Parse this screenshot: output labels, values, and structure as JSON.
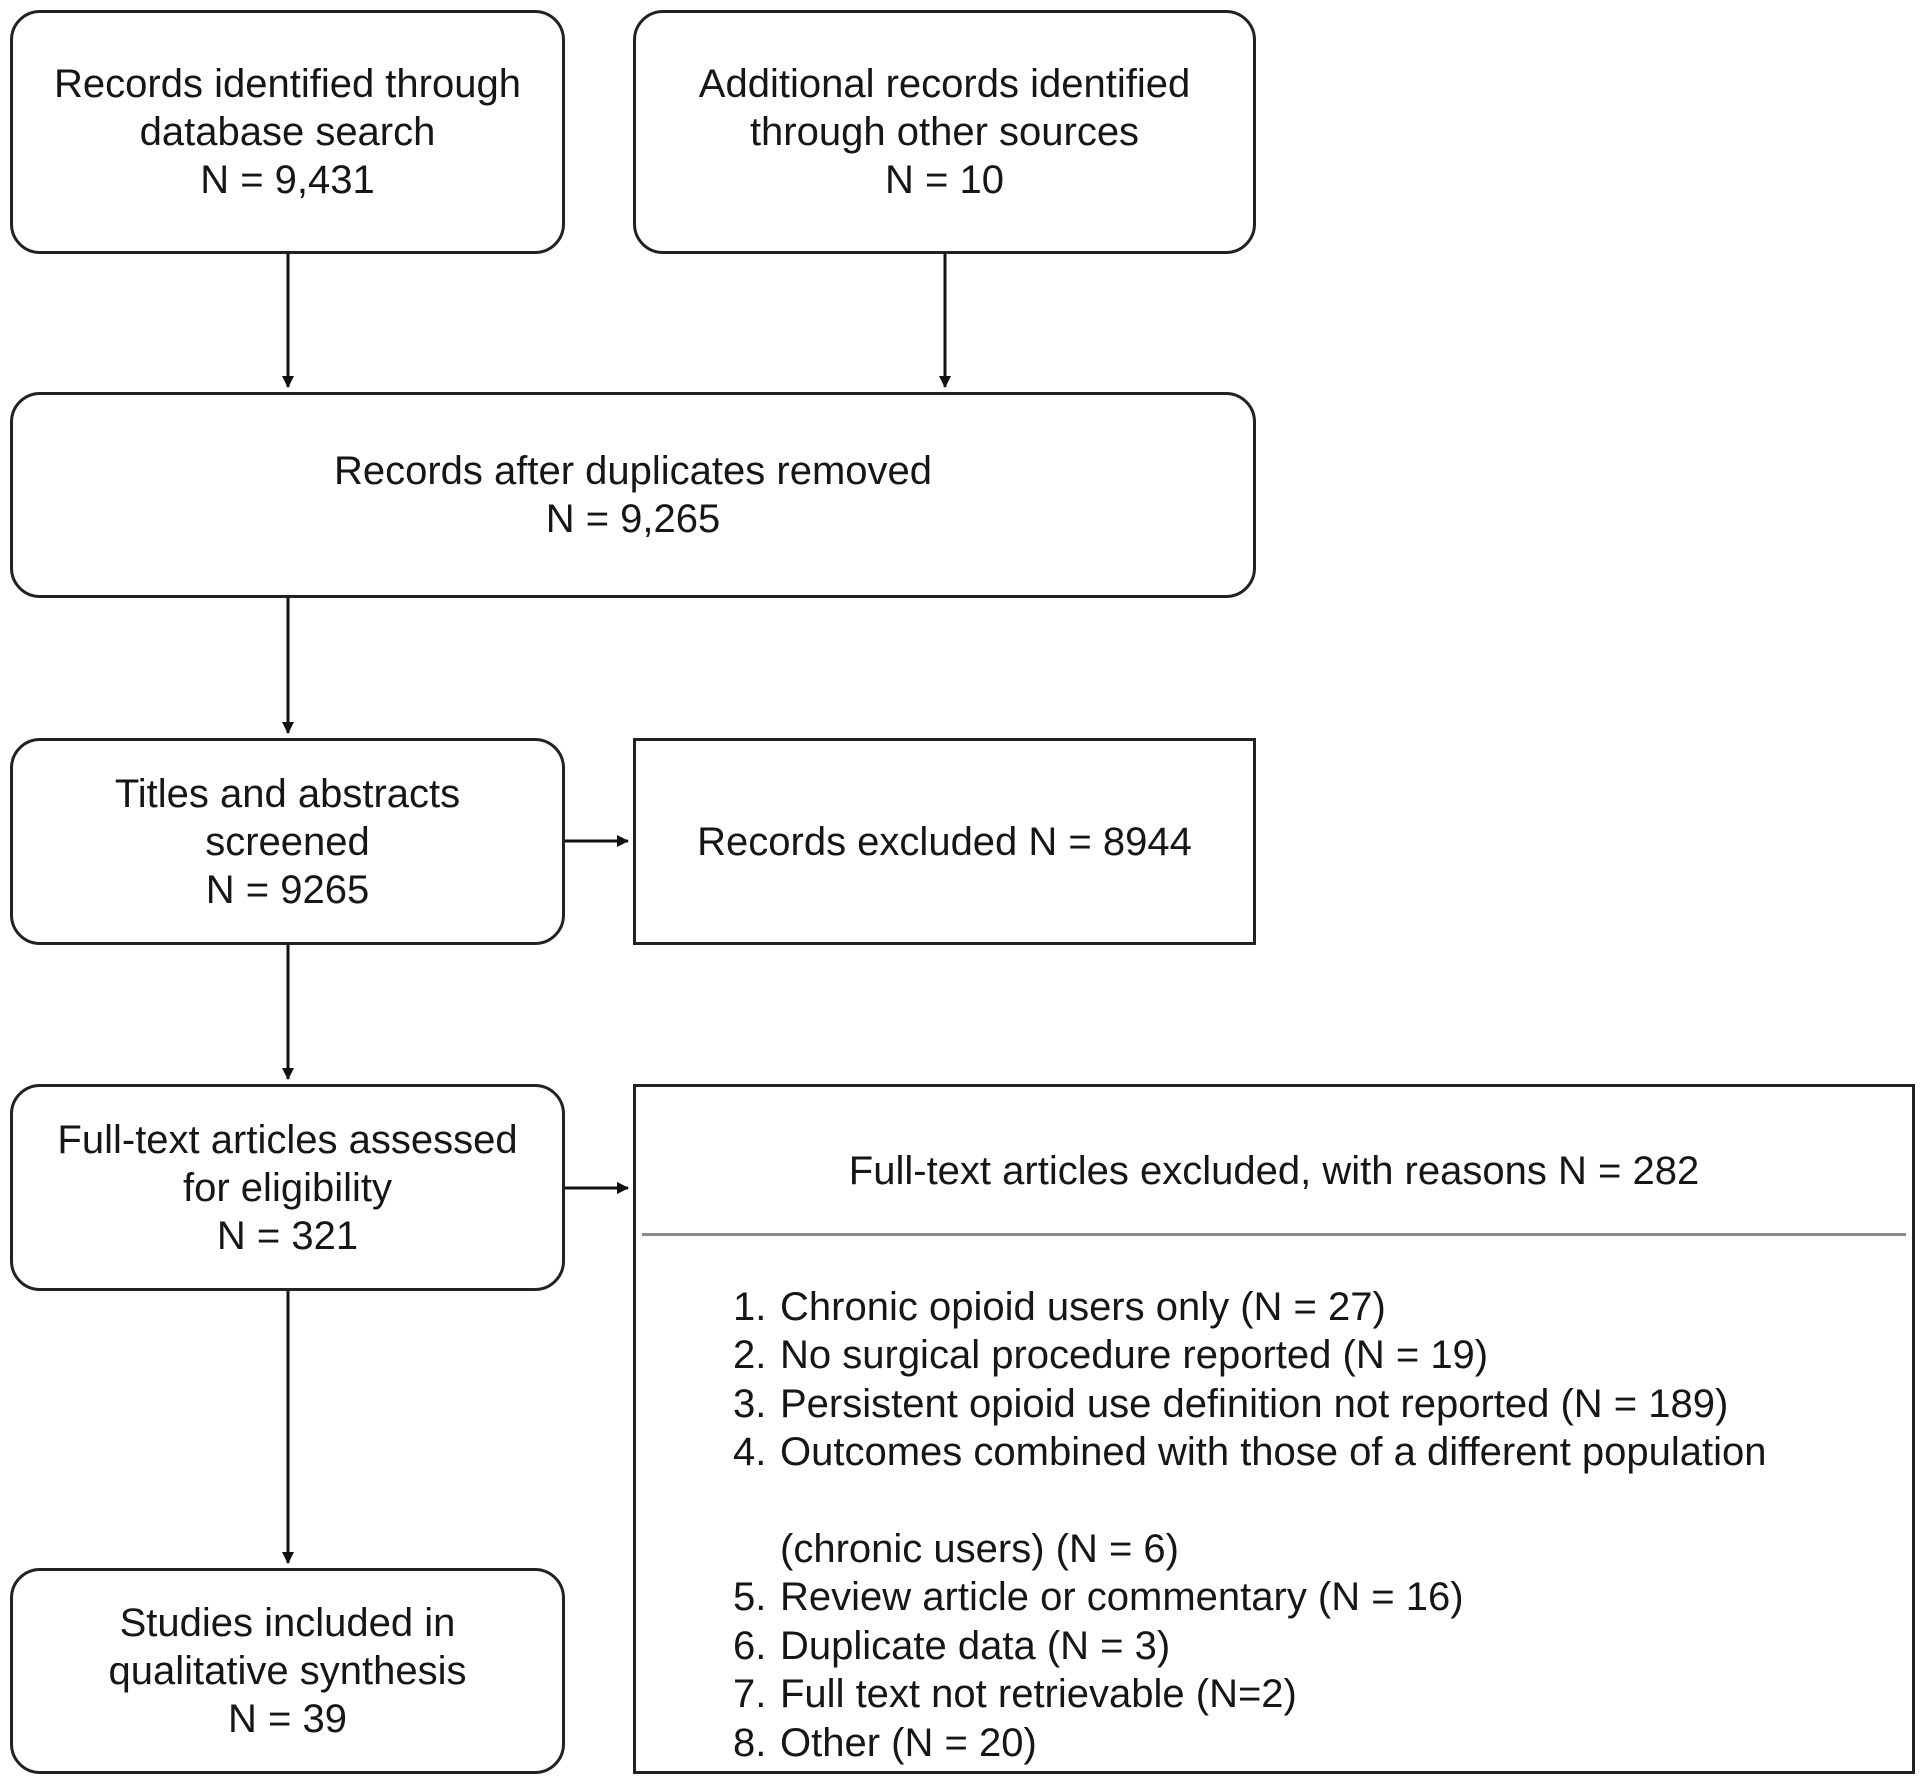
{
  "boxes": {
    "database_search": {
      "line1": "Records identified through",
      "line2": "database search",
      "count": "N = 9,431"
    },
    "other_sources": {
      "line1": "Additional records identified",
      "line2": "through other sources",
      "count": "N = 10"
    },
    "duplicates_removed": {
      "line1": "Records after duplicates removed",
      "count": "N = 9,265"
    },
    "screened": {
      "line1": "Titles and abstracts",
      "line2": "screened",
      "count": "N = 9265"
    },
    "excluded": {
      "text": "Records excluded N = 8944"
    },
    "full_text_assessed": {
      "line1": "Full-text articles assessed",
      "line2": "for eligibility",
      "count": "N = 321"
    },
    "included": {
      "line1": "Studies included in",
      "line2": "qualitative synthesis",
      "count": "N = 39"
    }
  },
  "exclusion_reasons": {
    "title": "Full-text articles excluded, with reasons N = 282",
    "items": [
      {
        "num": "1.",
        "line1": "Chronic opioid users only (N = 27)",
        "line2": ""
      },
      {
        "num": "2.",
        "line1": "No surgical procedure reported (N = 19)",
        "line2": ""
      },
      {
        "num": "3.",
        "line1": "Persistent opioid use definition not reported (N = 189)",
        "line2": ""
      },
      {
        "num": "4.",
        "line1": "Outcomes combined with those of a different population",
        "line2": "(chronic users) (N = 6)"
      },
      {
        "num": "5.",
        "line1": "Review article or commentary (N = 16)",
        "line2": ""
      },
      {
        "num": "6.",
        "line1": "Duplicate data (N = 3)",
        "line2": ""
      },
      {
        "num": "7.",
        "line1": "Full text not retrievable (N=2)",
        "line2": ""
      },
      {
        "num": "8.",
        "line1": "Other (N = 20)",
        "line2": ""
      }
    ]
  }
}
